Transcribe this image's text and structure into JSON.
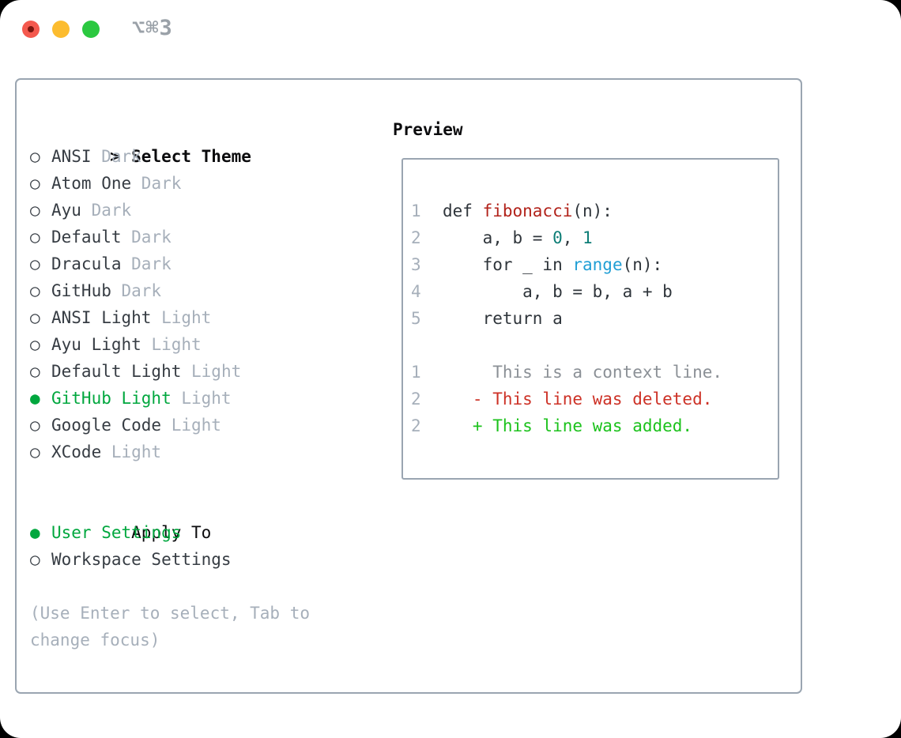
{
  "window": {
    "title_shortcut": "⌥⌘3"
  },
  "colors": {
    "accent_green": "#00a73e",
    "added_green": "#1cc21c",
    "deleted_red": "#cd3126",
    "function_red": "#b2231b",
    "number_teal": "#0d7d76",
    "builtin_blue": "#219fd5",
    "foreground": "#2f353b",
    "muted": "#a6afba",
    "context_gray": "#8b9096",
    "border": "#9aa5b1",
    "heading": "#0b0b0d",
    "item_text": "#363c43",
    "titlebar_text": "#9aa1a8",
    "light_red": "#f4594e",
    "light_red_dot": "#7b150e",
    "light_yellow": "#fcbc2f",
    "light_green": "#2bc840"
  },
  "glyphs": {
    "radio_on": "●",
    "radio_off": "○"
  },
  "theme_picker": {
    "prompt": ">",
    "title": "Select Theme",
    "items": [
      {
        "name": "ANSI",
        "variant": "Dark",
        "selected": false
      },
      {
        "name": "Atom One",
        "variant": "Dark",
        "selected": false
      },
      {
        "name": "Ayu",
        "variant": "Dark",
        "selected": false
      },
      {
        "name": "Default",
        "variant": "Dark",
        "selected": false
      },
      {
        "name": "Dracula",
        "variant": "Dark",
        "selected": false
      },
      {
        "name": "GitHub",
        "variant": "Dark",
        "selected": false
      },
      {
        "name": "ANSI Light",
        "variant": "Light",
        "selected": false
      },
      {
        "name": "Ayu Light",
        "variant": "Light",
        "selected": false
      },
      {
        "name": "Default Light",
        "variant": "Light",
        "selected": false
      },
      {
        "name": "GitHub Light",
        "variant": "Light",
        "selected": true
      },
      {
        "name": "Google Code",
        "variant": "Light",
        "selected": false
      },
      {
        "name": "XCode",
        "variant": "Light",
        "selected": false
      }
    ]
  },
  "apply_to": {
    "title": "Apply To",
    "options": [
      {
        "label": "User Settings",
        "selected": true
      },
      {
        "label": "Workspace Settings",
        "selected": false
      }
    ]
  },
  "hint": {
    "lines": [
      "(Use Enter to select, Tab to",
      "change focus)"
    ]
  },
  "preview": {
    "title": "Preview",
    "lines": [
      {
        "gutter": "1",
        "segments": [
          {
            "t": "def ",
            "c": "fg"
          },
          {
            "t": "fibonacci",
            "c": "func"
          },
          {
            "t": "(n):",
            "c": "fg"
          }
        ]
      },
      {
        "gutter": "2",
        "segments": [
          {
            "t": "    a, b = ",
            "c": "fg"
          },
          {
            "t": "0",
            "c": "num"
          },
          {
            "t": ", ",
            "c": "fg"
          },
          {
            "t": "1",
            "c": "num"
          }
        ]
      },
      {
        "gutter": "3",
        "segments": [
          {
            "t": "    for _ in ",
            "c": "fg"
          },
          {
            "t": "range",
            "c": "builtin"
          },
          {
            "t": "(n):",
            "c": "fg"
          }
        ]
      },
      {
        "gutter": "4",
        "segments": [
          {
            "t": "        a, b = b, a + b",
            "c": "fg"
          }
        ]
      },
      {
        "gutter": "5",
        "segments": [
          {
            "t": "    return a",
            "c": "fg"
          }
        ]
      },
      {
        "gutter": "",
        "segments": []
      },
      {
        "gutter": "1",
        "segments": [
          {
            "t": "     This is a context line.",
            "c": "context"
          }
        ]
      },
      {
        "gutter": "2",
        "segments": [
          {
            "t": "   - This line was deleted.",
            "c": "deleted"
          }
        ]
      },
      {
        "gutter": "2",
        "segments": [
          {
            "t": "   + This line was added.",
            "c": "added"
          }
        ]
      }
    ]
  }
}
